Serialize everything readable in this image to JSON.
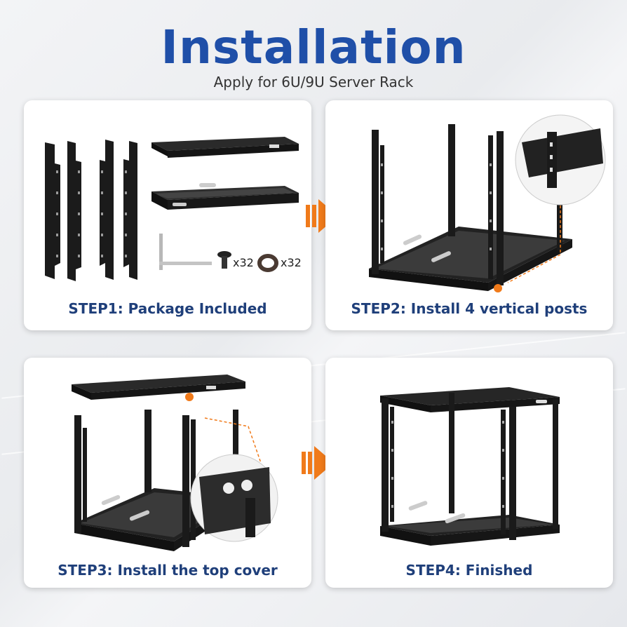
{
  "header": {
    "title": "Installation",
    "subtitle": "Apply for 6U/9U Server Rack"
  },
  "steps": [
    {
      "caption": "STEP1:  Package Included"
    },
    {
      "caption": "STEP2:  Install 4 vertical posts"
    },
    {
      "caption": "STEP3:  Install the top cover"
    },
    {
      "caption": "STEP4:  Finished"
    }
  ],
  "package": {
    "screw_qty": "x32",
    "washer_qty": "x32"
  },
  "colors": {
    "title": "#1f4fa8",
    "caption": "#1f3f7a",
    "arrow": "#f07a1a",
    "metal": "#1a1a1a"
  }
}
